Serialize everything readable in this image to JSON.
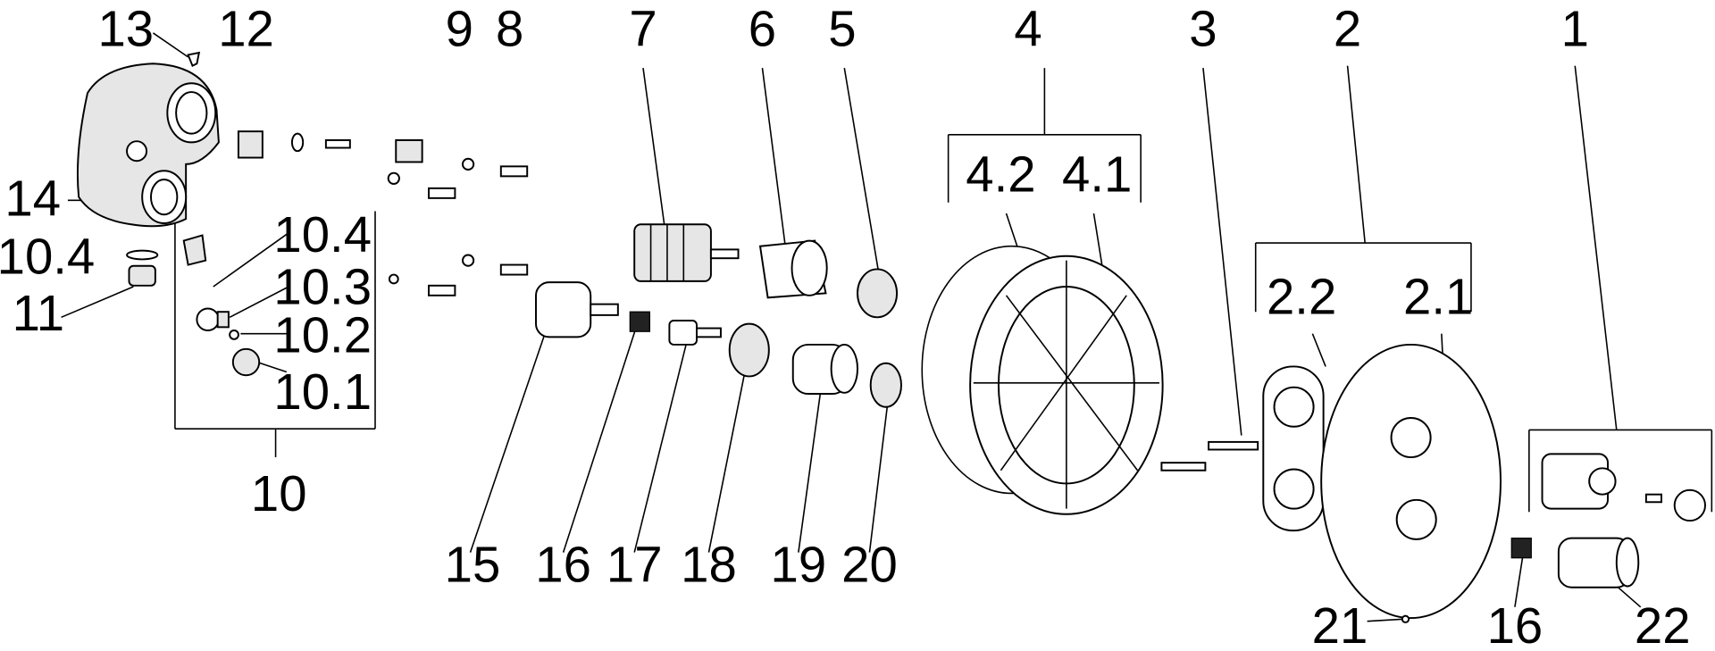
{
  "diagram": {
    "type": "exploded-parts-view",
    "labels": {
      "p1": "1",
      "p2": "2",
      "p2_1": "2.1",
      "p2_2": "2.2",
      "p3": "3",
      "p4": "4",
      "p4_1": "4.1",
      "p4_2": "4.2",
      "p5": "5",
      "p6": "6",
      "p7": "7",
      "p8": "8",
      "p9": "9",
      "p10": "10",
      "p10_1": "10.1",
      "p10_2": "10.2",
      "p10_3": "10.3",
      "p10_4_a": "10.4",
      "p10_4_b": "10.4",
      "p11": "11",
      "p12": "12",
      "p13": "13",
      "p14": "14",
      "p15": "15",
      "p16_a": "16",
      "p16_b": "16",
      "p17": "17",
      "p18": "18",
      "p19": "19",
      "p20": "20",
      "p21": "21",
      "p22": "22"
    }
  }
}
